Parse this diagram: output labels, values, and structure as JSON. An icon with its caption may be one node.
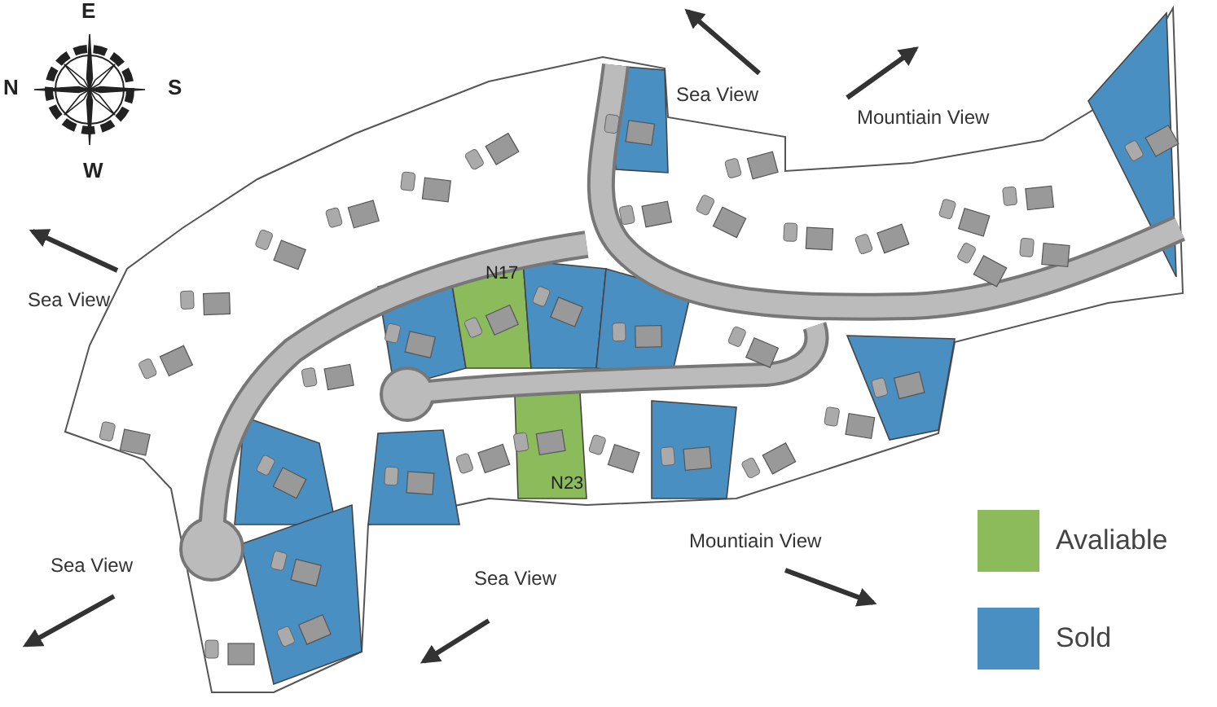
{
  "diagram": {
    "labels": [
      "E",
      "Sea View",
      "N",
      "S",
      "Mountiain View",
      "W",
      "N17",
      "Sea View",
      "N23",
      "Mountiain View",
      "Sea View",
      "Sea View"
    ],
    "legend": [
      {
        "text": "Avaliable",
        "color": "#8cbb5c"
      },
      {
        "text": "Sold",
        "color": "#4a8fc1"
      }
    ]
  }
}
